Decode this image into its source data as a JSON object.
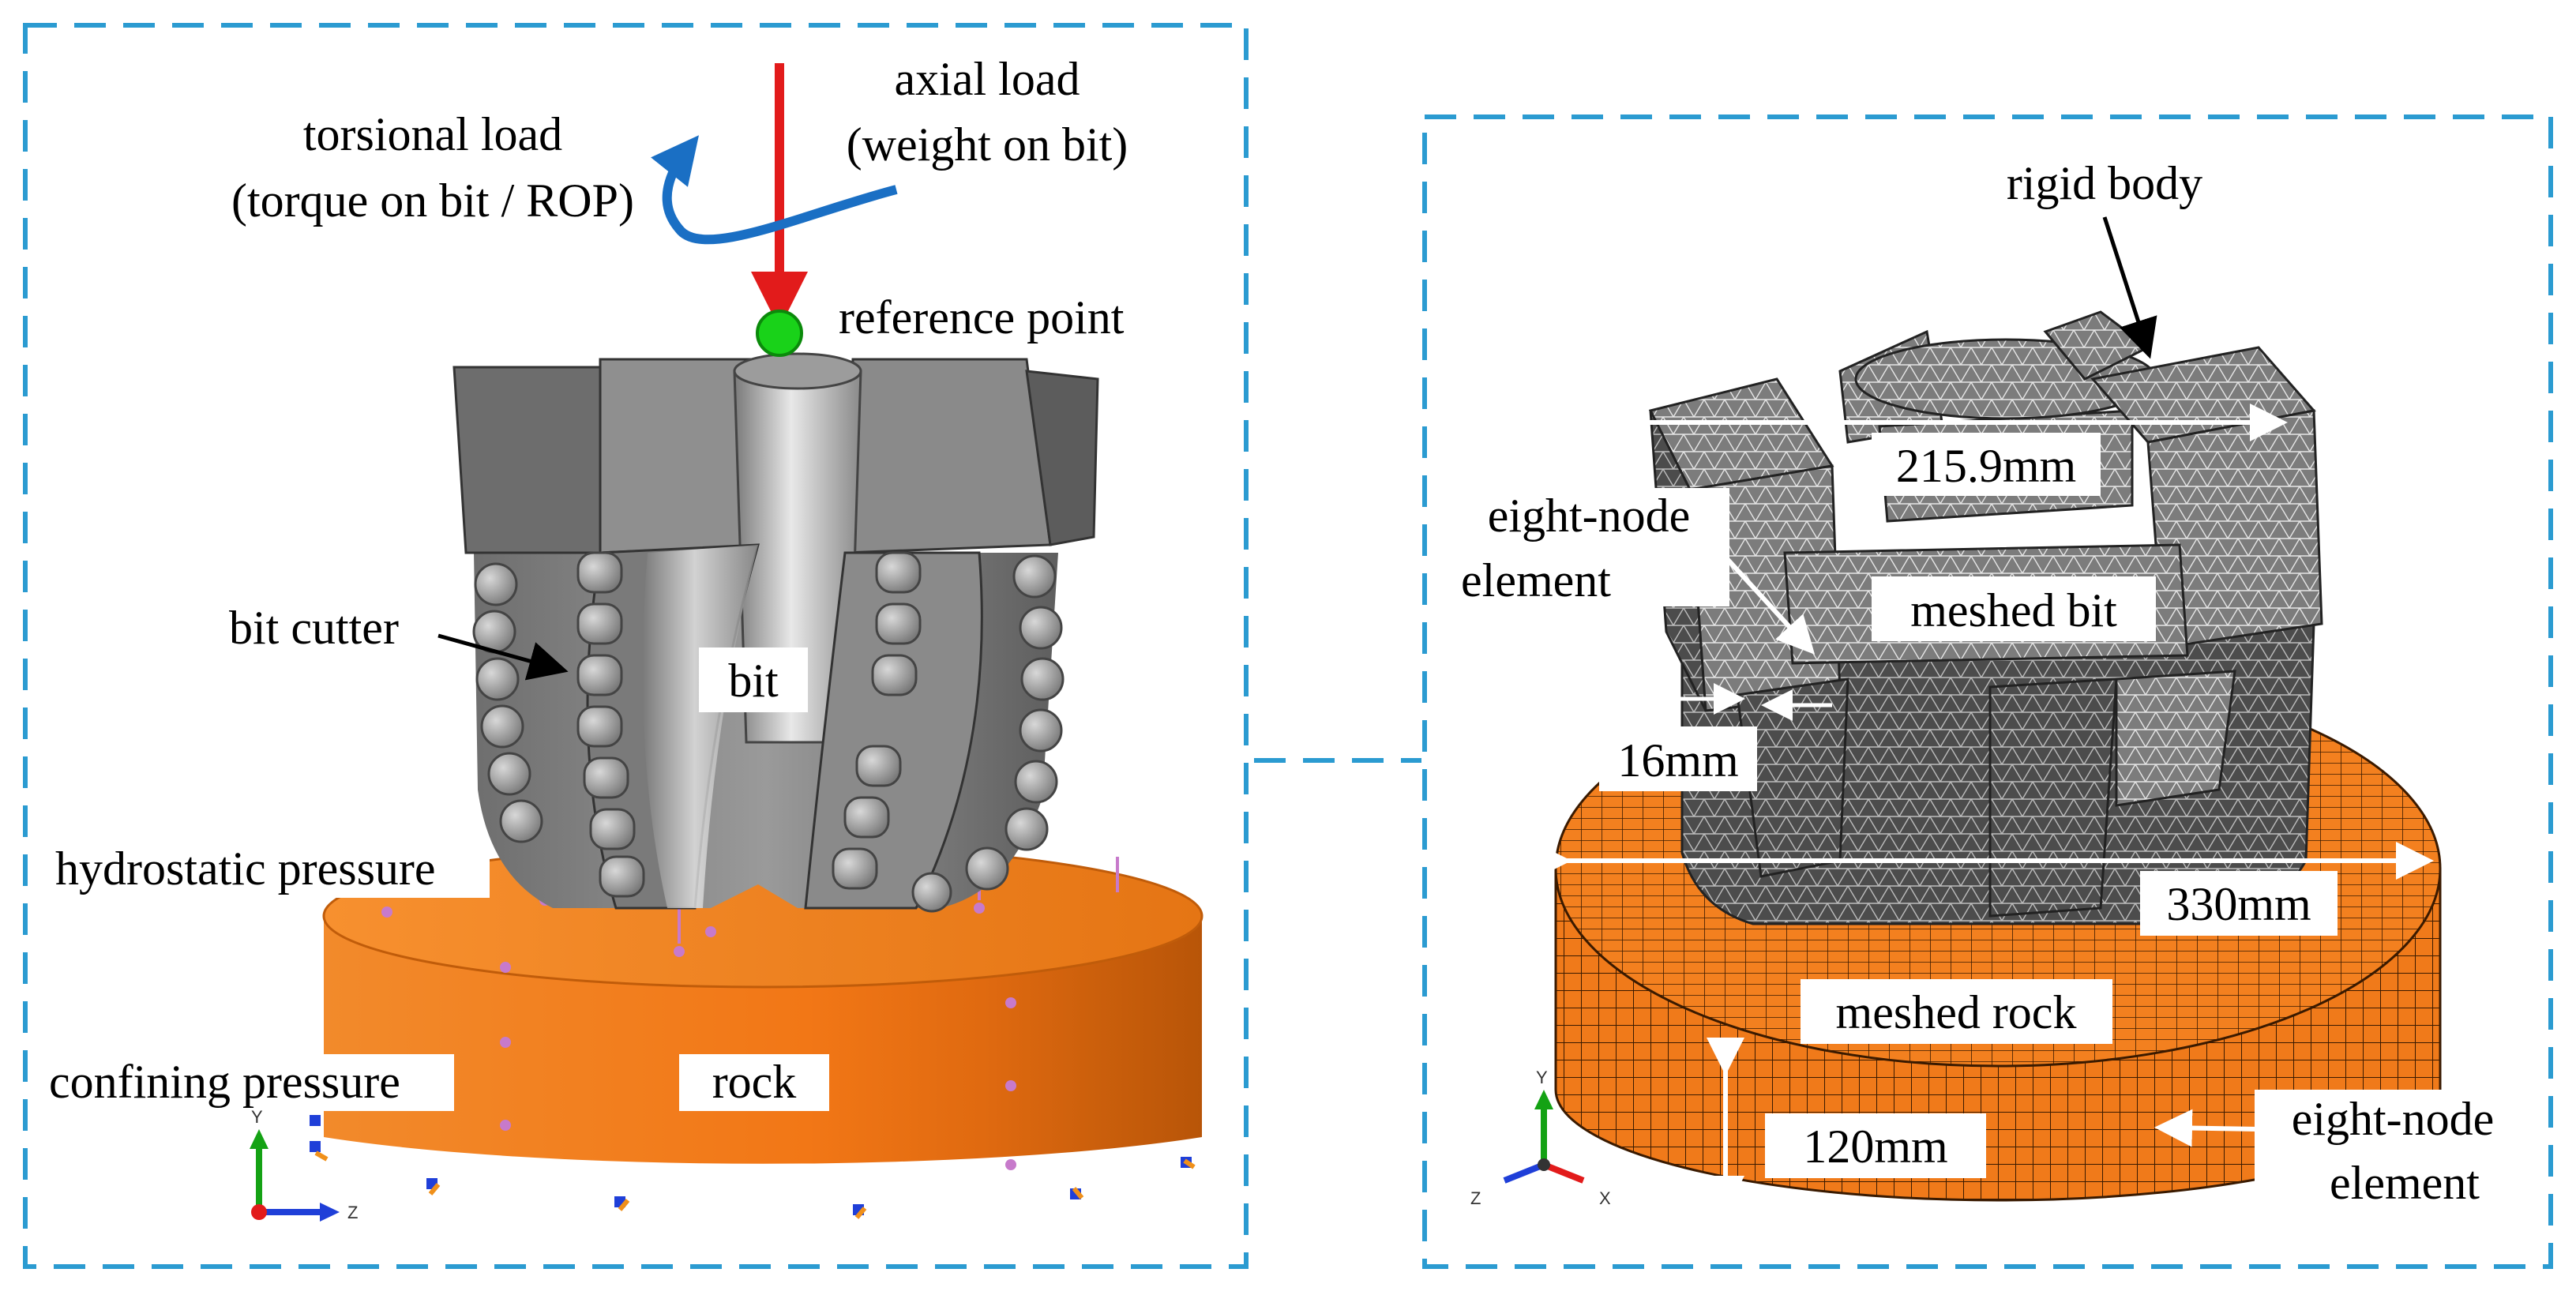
{
  "left_panel": {
    "labels": {
      "axial_load": "axial load",
      "weight_on_bit": "(weight on bit)",
      "torsional_load": "torsional  load",
      "torque_on_bit": "(torque on bit / ROP)",
      "reference_point": "reference point",
      "bit_cutter": "bit cutter",
      "bit": "bit",
      "hydrostatic_pressure": "hydrostatic pressure",
      "confining_pressure": "confining pressure",
      "rock": "rock"
    },
    "triad": {
      "y": "Y",
      "z": "Z"
    }
  },
  "right_panel": {
    "labels": {
      "rigid_body": "rigid body",
      "bit_diameter": "215.9mm",
      "eight_node_element_top_1": "eight-node",
      "eight_node_element_top_2": "element",
      "meshed_bit": "meshed bit",
      "cutter_size": "16mm",
      "rock_diameter": "330mm",
      "meshed_rock": "meshed rock",
      "rock_height": "120mm",
      "eight_node_element_bottom_1": "eight-node",
      "eight_node_element_bottom_2": "element"
    },
    "triad": {
      "y": "Y",
      "z": "Z",
      "x": "X"
    }
  },
  "colors": {
    "frame": "#2b9bd1",
    "rock": "#f07a1a",
    "mesh_line": "#3a1a00",
    "bit_gray": "#8a8a8a",
    "axial_arrow": "#e21b1b",
    "torsion_arrow": "#1a6fc4",
    "reference_point": "#19d219"
  }
}
